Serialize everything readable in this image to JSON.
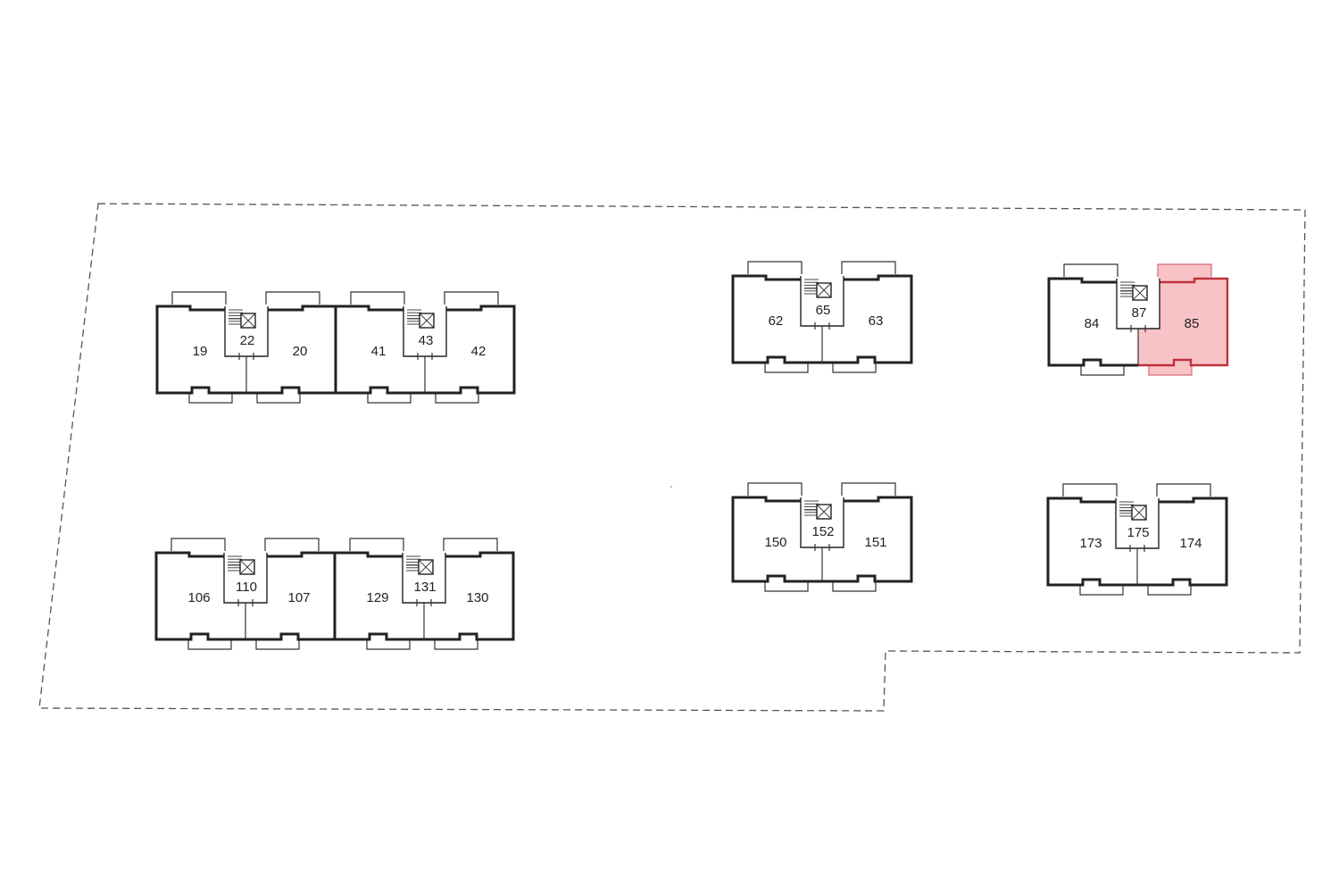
{
  "plan": {
    "highlight_color": "#f8c0c4",
    "highlight_stroke": "#c0303c",
    "buildings": [
      {
        "id": "b1",
        "units": [
          {
            "label": "19"
          },
          {
            "label": "22"
          },
          {
            "label": "20"
          }
        ]
      },
      {
        "id": "b2",
        "units": [
          {
            "label": "41"
          },
          {
            "label": "43"
          },
          {
            "label": "42"
          }
        ]
      },
      {
        "id": "b3",
        "units": [
          {
            "label": "106"
          },
          {
            "label": "110"
          },
          {
            "label": "107"
          }
        ]
      },
      {
        "id": "b4",
        "units": [
          {
            "label": "129"
          },
          {
            "label": "131"
          },
          {
            "label": "130"
          }
        ]
      },
      {
        "id": "b5",
        "units": [
          {
            "label": "62"
          },
          {
            "label": "65"
          },
          {
            "label": "63"
          }
        ]
      },
      {
        "id": "b6",
        "units": [
          {
            "label": "84"
          },
          {
            "label": "87"
          },
          {
            "label": "85",
            "highlighted": true
          }
        ]
      },
      {
        "id": "b7",
        "units": [
          {
            "label": "150"
          },
          {
            "label": "152"
          },
          {
            "label": "151"
          }
        ]
      },
      {
        "id": "b8",
        "units": [
          {
            "label": "173"
          },
          {
            "label": "175"
          },
          {
            "label": "174"
          }
        ]
      }
    ]
  }
}
